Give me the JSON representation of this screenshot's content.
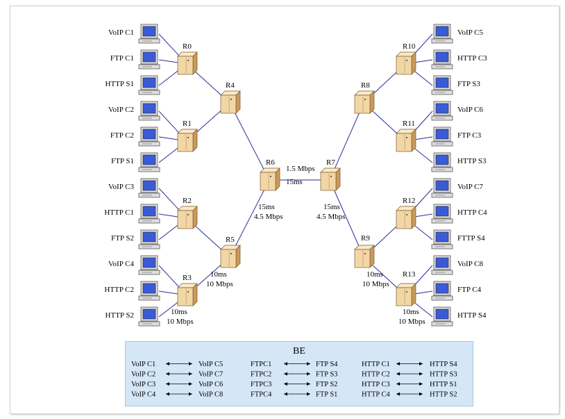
{
  "routers": {
    "R0": {
      "label": "R0"
    },
    "R1": {
      "label": "R1"
    },
    "R2": {
      "label": "R2"
    },
    "R3": {
      "label": "R3"
    },
    "R4": {
      "label": "R4"
    },
    "R5": {
      "label": "R5"
    },
    "R6": {
      "label": "R6"
    },
    "R7": {
      "label": "R7"
    },
    "R8": {
      "label": "R8"
    },
    "R9": {
      "label": "R9"
    },
    "R10": {
      "label": "R10"
    },
    "R11": {
      "label": "R11"
    },
    "R12": {
      "label": "R12"
    },
    "R13": {
      "label": "R13"
    }
  },
  "hosts": [
    {
      "id": "h0",
      "label": "VoIP C1",
      "router": "R0",
      "side": "left"
    },
    {
      "id": "h1",
      "label": "FTP C1",
      "router": "R0",
      "side": "left"
    },
    {
      "id": "h2",
      "label": "HTTP S1",
      "router": "R0",
      "side": "left"
    },
    {
      "id": "h3",
      "label": "VoIP C2",
      "router": "R1",
      "side": "left"
    },
    {
      "id": "h4",
      "label": "FTP C2",
      "router": "R1",
      "side": "left"
    },
    {
      "id": "h5",
      "label": "FTP S1",
      "router": "R1",
      "side": "left"
    },
    {
      "id": "h6",
      "label": "VoIP C3",
      "router": "R2",
      "side": "left"
    },
    {
      "id": "h7",
      "label": "HTTP C1",
      "router": "R2",
      "side": "left"
    },
    {
      "id": "h8",
      "label": "FTP S2",
      "router": "R2",
      "side": "left"
    },
    {
      "id": "h9",
      "label": "VoIP C4",
      "router": "R3",
      "side": "left"
    },
    {
      "id": "h10",
      "label": "HTTP C2",
      "router": "R3",
      "side": "left"
    },
    {
      "id": "h11",
      "label": "HTTP S2",
      "router": "R3",
      "side": "left"
    },
    {
      "id": "h12",
      "label": "VoIP C5",
      "router": "R10",
      "side": "right"
    },
    {
      "id": "h13",
      "label": "HTTP C3",
      "router": "R10",
      "side": "right"
    },
    {
      "id": "h14",
      "label": "FTP S3",
      "router": "R10",
      "side": "right"
    },
    {
      "id": "h15",
      "label": "VoIP C6",
      "router": "R11",
      "side": "right"
    },
    {
      "id": "h16",
      "label": "FTP C3",
      "router": "R11",
      "side": "right"
    },
    {
      "id": "h17",
      "label": "HTTP S3",
      "router": "R11",
      "side": "right"
    },
    {
      "id": "h18",
      "label": "VoIP C7",
      "router": "R12",
      "side": "right"
    },
    {
      "id": "h19",
      "label": "HTTP C4",
      "router": "R12",
      "side": "right"
    },
    {
      "id": "h20",
      "label": "FTTP S4",
      "router": "R12",
      "side": "right"
    },
    {
      "id": "h21",
      "label": "VoIP C8",
      "router": "R13",
      "side": "right"
    },
    {
      "id": "h22",
      "label": "FTP C4",
      "router": "R13",
      "side": "right"
    },
    {
      "id": "h23",
      "label": "HTTP S4",
      "router": "R13",
      "side": "right"
    }
  ],
  "router_links": [
    [
      "R0",
      "R4"
    ],
    [
      "R1",
      "R4"
    ],
    [
      "R2",
      "R5"
    ],
    [
      "R3",
      "R5"
    ],
    [
      "R4",
      "R6"
    ],
    [
      "R5",
      "R6"
    ],
    [
      "R6",
      "R7"
    ],
    [
      "R7",
      "R8"
    ],
    [
      "R7",
      "R9"
    ],
    [
      "R8",
      "R10"
    ],
    [
      "R8",
      "R11"
    ],
    [
      "R9",
      "R12"
    ],
    [
      "R9",
      "R13"
    ]
  ],
  "link_labels": {
    "core_bw": "1.5 Mbps",
    "core_delay": "15ms",
    "left_mid_delay": "15ms",
    "left_mid_bw": "4.5 Mbps",
    "right_mid_delay": "15ms",
    "right_mid_bw": "4.5 Mbps",
    "r5_delay": "10ms",
    "r5_bw": "10 Mbps",
    "r3_delay": "10ms",
    "r3_bw": "10 Mbps",
    "r9_delay": "10ms",
    "r9_bw": "10 Mbps",
    "r13_delay": "10ms",
    "r13_bw": "10 Mbps"
  },
  "legend": {
    "title": "BE",
    "columns": [
      [
        [
          "VoIP C1",
          "VoIP C5"
        ],
        [
          "VoIP C2",
          "VoIP C7"
        ],
        [
          "VoIP C3",
          "VoIP C6"
        ],
        [
          "VoIP C4",
          "VoIP C8"
        ]
      ],
      [
        [
          "FTPC1",
          "FTP S4"
        ],
        [
          "FTPC2",
          "FTP S3"
        ],
        [
          "FTPC3",
          "FTP S2"
        ],
        [
          "FTPC4",
          "FTP S1"
        ]
      ],
      [
        [
          "HTTP C1",
          "HTTP S4"
        ],
        [
          "HTTP C2",
          "HTTP S3"
        ],
        [
          "HTTP C3",
          "HTTP S1"
        ],
        [
          "HTTP C4",
          "HTTP S2"
        ]
      ]
    ]
  },
  "colors": {
    "link": "#2a2a9a",
    "router_front": "#f2d7a6",
    "router_side": "#c99a5a",
    "router_top": "#fbe9c8",
    "monitor_screen": "#3b5bd6",
    "monitor_body": "#dedede",
    "legend_bg": "#d5e6f7"
  }
}
